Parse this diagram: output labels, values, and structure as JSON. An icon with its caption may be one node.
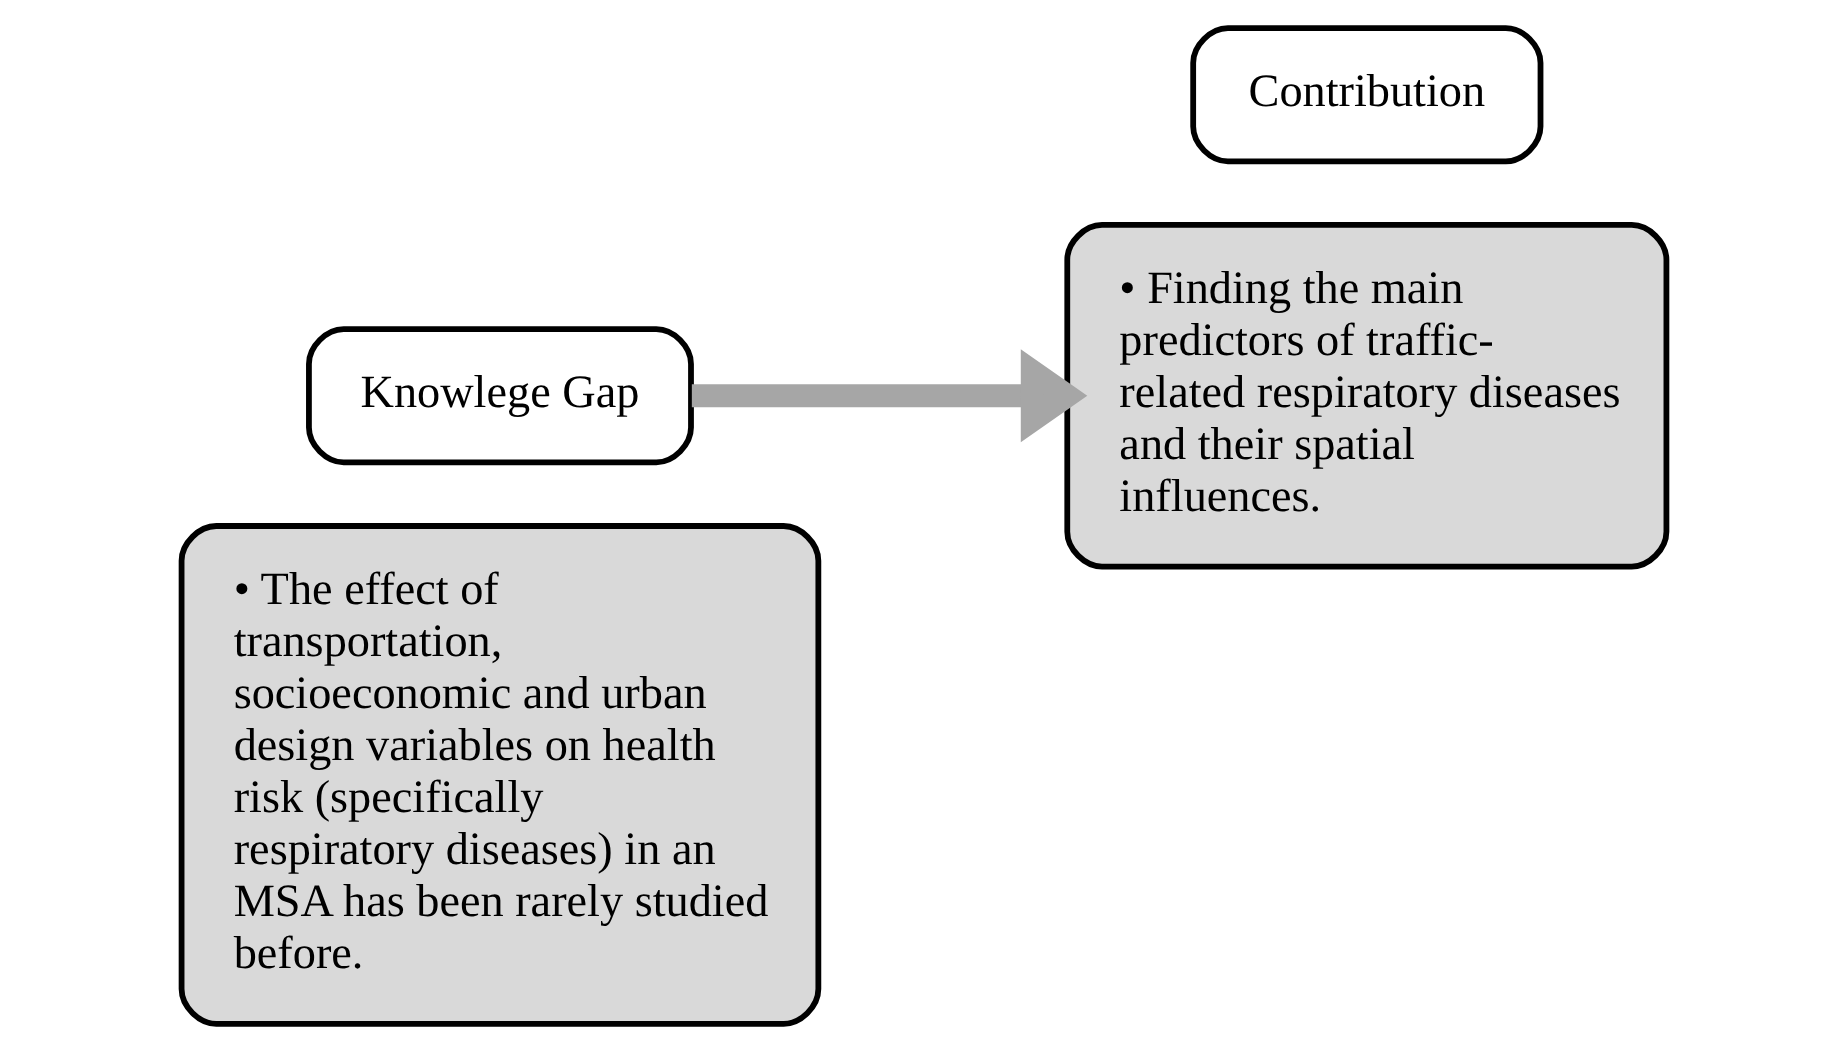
{
  "diagram": {
    "nodes": [
      {
        "text": [
          "• The effect of transportation, socioeconomic and urban design variables on health risk (specifically respiratory diseases) in an MSA has been rarely studied before."
        ]
      },
      {
        "text": [
          "Knowlege Gap"
        ]
      },
      {
        "text": [
          "Contribution"
        ]
      },
      {
        "text": [
          "• Finding the main predictors of traffic-related respiratory diseases and their spatial influences."
        ]
      }
    ],
    "edges": [
      {
        "from": 1,
        "to": 3,
        "arrow": "to"
      }
    ]
  }
}
